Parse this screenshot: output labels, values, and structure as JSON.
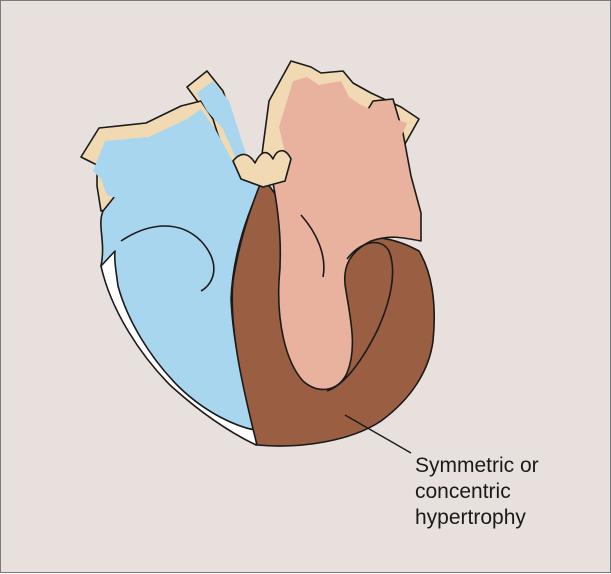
{
  "annotation": {
    "lines": [
      "Symmetric or",
      "concentric",
      "hypertrophy"
    ]
  },
  "colors": {
    "background": "#e8e0dd",
    "right_side_blue": "#a8d6ee",
    "left_side_pink": "#e8b29f",
    "hypertrophied_muscle": "#9a5e42",
    "vessel_wall": "#f1d9b3",
    "right_ventricle_wall": "#ffffff"
  }
}
